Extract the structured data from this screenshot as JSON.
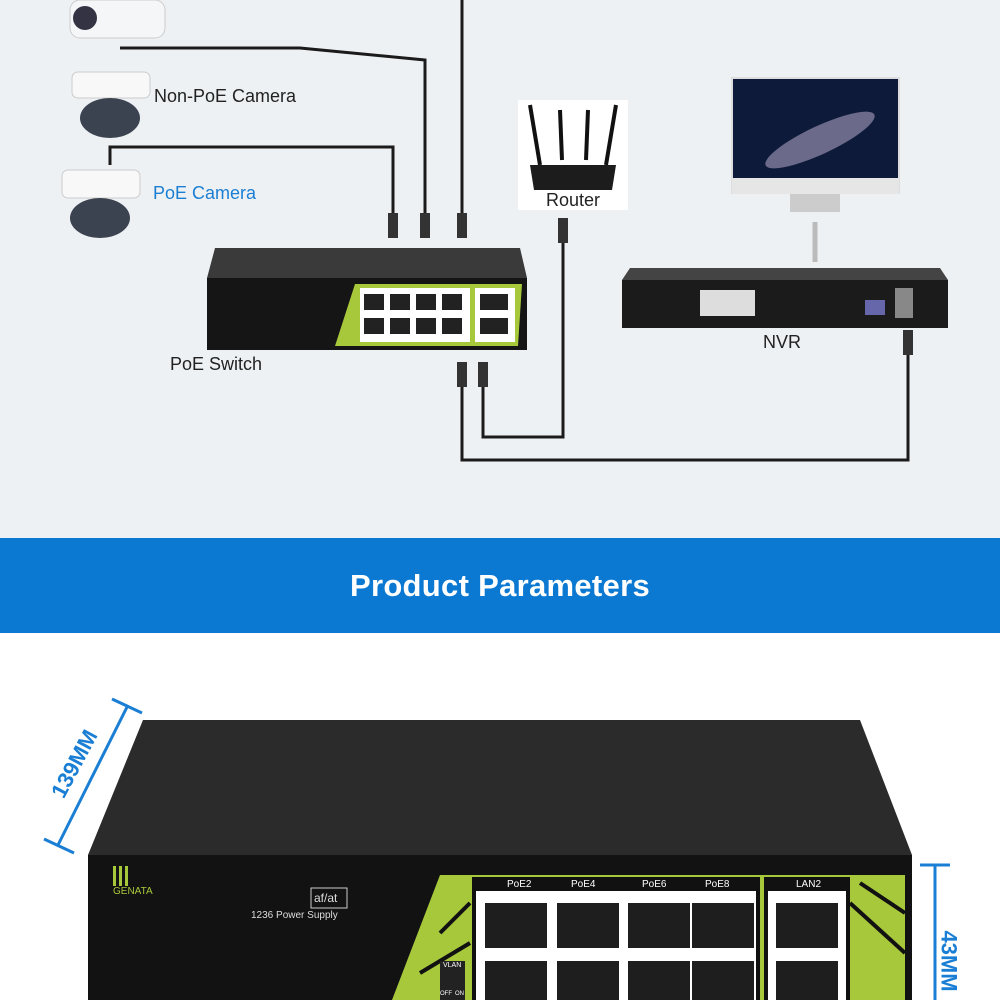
{
  "diagram": {
    "labels": {
      "non_poe_camera": "Non-PoE Camera",
      "poe_camera": "PoE Camera",
      "router": "Router",
      "poe_switch": "PoE Switch",
      "nvr": "NVR"
    }
  },
  "banner": {
    "title": "Product Parameters"
  },
  "product": {
    "brand": "GENATA",
    "standard_badge": "af/at",
    "power_supply": "1236 Power Supply",
    "ports": [
      "PoE2",
      "PoE4",
      "PoE6",
      "PoE8"
    ],
    "uplink": "LAN2",
    "vlan_label": "VLAN",
    "vlan_off": "OFF",
    "vlan_on": "ON",
    "depth": "139MM",
    "height": "43MM"
  },
  "colors": {
    "accent_blue": "#0b78d1",
    "panel_green": "#a8c83c",
    "body": "#1a1a1a"
  }
}
